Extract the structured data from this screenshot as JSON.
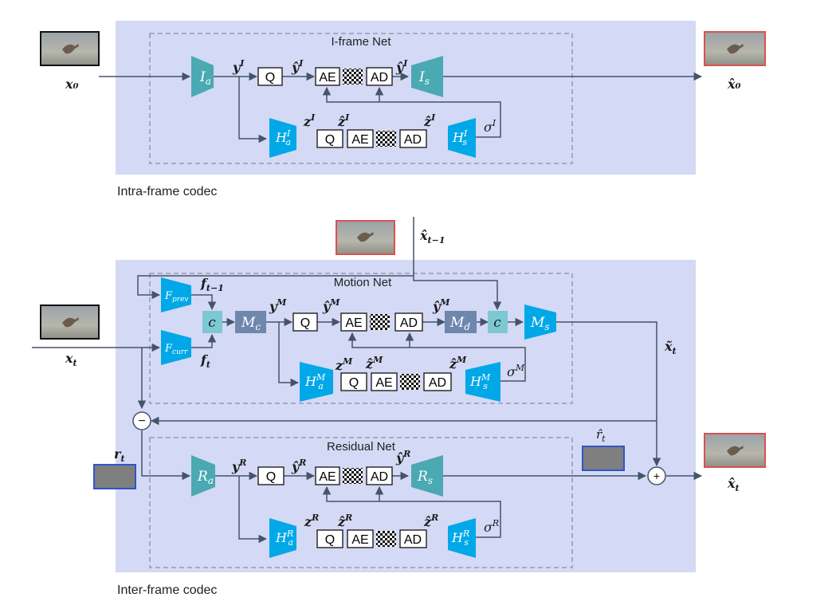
{
  "captions": {
    "intra": "Intra-frame codec",
    "inter": "Inter-frame codec"
  },
  "net_titles": {
    "iframe": "I-frame Net",
    "motion": "Motion Net",
    "residual": "Residual Net"
  },
  "boxes": {
    "q": "Q",
    "ae": "AE",
    "ad": "AD",
    "c": "c",
    "minus": "−",
    "plus": "+"
  },
  "intra": {
    "input": "x₀",
    "output": "x̂₀",
    "enc": "I",
    "enc_sub": "a",
    "dec": "I",
    "dec_sub": "s",
    "hyper_enc": "H",
    "hyper_enc_sup": "I",
    "hyper_enc_sub": "a",
    "hyper_dec": "H",
    "hyper_dec_sup": "I",
    "hyper_dec_sub": "s",
    "y": "y",
    "y_sup": "I",
    "yhat": "ŷ",
    "yhat_sup": "I",
    "yhat2": "ŷ",
    "yhat2_sup": "I",
    "z": "z",
    "z_sup": "I",
    "zhat": "ẑ",
    "zhat_sup": "I",
    "zhat2": "ẑ",
    "zhat2_sup": "I",
    "sigma": "σ",
    "sigma_sup": "I"
  },
  "motion": {
    "prev_frame": "x̂",
    "prev_frame_sub": "t−1",
    "input": "x",
    "input_sub": "t",
    "fprev": "F",
    "fprev_sub": "prev",
    "fcurr": "F",
    "fcurr_sub": "curr",
    "f_prev_feat": "f",
    "f_prev_feat_sub": "t−1",
    "f_curr_feat": "f",
    "f_curr_feat_sub": "t",
    "mc": "M",
    "mc_sub": "c",
    "md": "M",
    "md_sub": "d",
    "ms": "M",
    "ms_sub": "s",
    "hyper_enc": "H",
    "hyper_enc_sup": "M",
    "hyper_enc_sub": "a",
    "hyper_dec": "H",
    "hyper_dec_sup": "M",
    "hyper_dec_sub": "s",
    "y": "y",
    "y_sup": "M",
    "yhat": "ŷ",
    "yhat_sup": "M",
    "yhat2": "ŷ",
    "yhat2_sup": "M",
    "z": "z",
    "z_sup": "M",
    "zhat": "ẑ",
    "zhat_sup": "M",
    "zhat2": "ẑ",
    "zhat2_sup": "M",
    "sigma": "σ",
    "sigma_sup": "M",
    "xtilde": "x̃",
    "xtilde_sub": "t"
  },
  "residual": {
    "r": "r",
    "r_sub": "t",
    "rhat": "r̂",
    "rhat_sub": "t",
    "output": "x̂",
    "output_sub": "t",
    "enc": "R",
    "enc_sub": "a",
    "dec": "R",
    "dec_sub": "s",
    "hyper_enc": "H",
    "hyper_enc_sup": "R",
    "hyper_enc_sub": "a",
    "hyper_dec": "H",
    "hyper_dec_sup": "R",
    "hyper_dec_sub": "s",
    "y": "y",
    "y_sup": "R",
    "yhat": "ŷ",
    "yhat_sup": "R",
    "yhat2": "ŷ",
    "yhat2_sup": "R",
    "z": "z",
    "z_sup": "R",
    "zhat": "ẑ",
    "zhat_sup": "R",
    "zhat2": "ẑ",
    "zhat2_sup": "R",
    "sigma": "σ",
    "sigma_sup": "R"
  },
  "colors": {
    "panel": "#d4d9f5",
    "teal": "#4aa9b3",
    "cyan": "#00a8e8",
    "mblock": "#6f86ad",
    "cblock": "#7dc8d3",
    "arrow": "#44546a",
    "dash": "#8a8fa3",
    "red_frame": "#d9534f",
    "blue_frame": "#2f56c8"
  }
}
